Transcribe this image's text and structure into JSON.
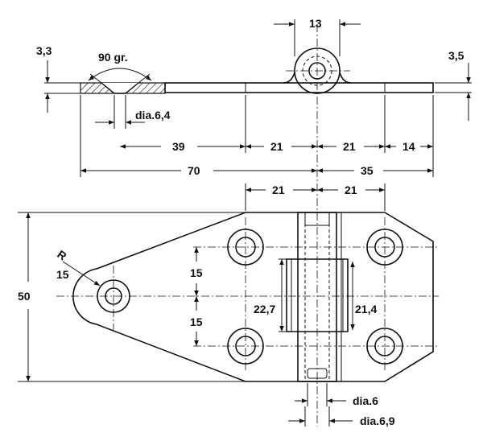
{
  "drawing": {
    "top_view": {
      "dims": {
        "pin_width": "13",
        "left_thickness": "3,3",
        "right_thickness": "3,5",
        "countersink_angle": "90 gr.",
        "hole_dia": "dia.6,4",
        "seg_39": "39",
        "seg_21a": "21",
        "seg_21b": "21",
        "seg_14": "14",
        "overall_70": "70",
        "overall_35": "35"
      }
    },
    "front_view": {
      "dims": {
        "top_21a": "21",
        "top_21b": "21",
        "height_50": "50",
        "radius_r": "R",
        "radius_15": "15",
        "spacing_15a": "15",
        "spacing_15b": "15",
        "knuckle_22_7": "22,7",
        "knuckle_21_4": "21,4",
        "pin_dia_6": "dia.6",
        "pin_dia_6_9": "dia.6,9"
      }
    }
  }
}
